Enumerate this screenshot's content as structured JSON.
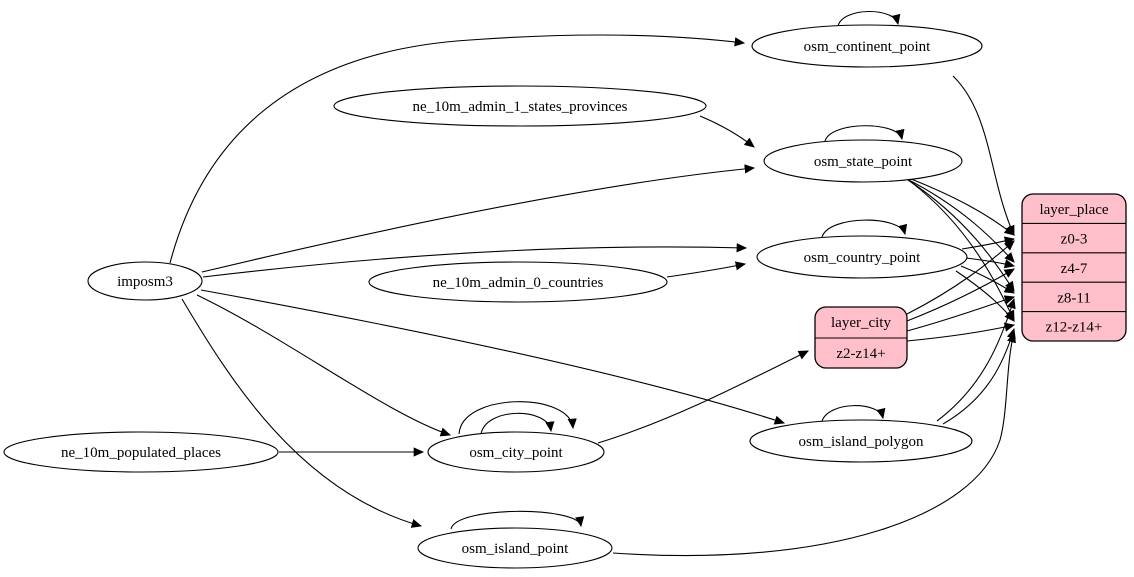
{
  "diagram": {
    "type": "etl-graph",
    "colors": {
      "background": "#ffffff",
      "table_fill": "#ffffff",
      "layer_fill": "#ffc0cb",
      "stroke": "#000000"
    },
    "nodes": {
      "imposm3": {
        "label": "imposm3",
        "shape": "ellipse"
      },
      "ne_10m_admin_1_states_provinces": {
        "label": "ne_10m_admin_1_states_provinces",
        "shape": "ellipse"
      },
      "ne_10m_admin_0_countries": {
        "label": "ne_10m_admin_0_countries",
        "shape": "ellipse"
      },
      "ne_10m_populated_places": {
        "label": "ne_10m_populated_places",
        "shape": "ellipse"
      },
      "osm_continent_point": {
        "label": "osm_continent_point",
        "shape": "ellipse"
      },
      "osm_state_point": {
        "label": "osm_state_point",
        "shape": "ellipse"
      },
      "osm_country_point": {
        "label": "osm_country_point",
        "shape": "ellipse"
      },
      "osm_city_point": {
        "label": "osm_city_point",
        "shape": "ellipse"
      },
      "osm_island_polygon": {
        "label": "osm_island_polygon",
        "shape": "ellipse"
      },
      "osm_island_point": {
        "label": "osm_island_point",
        "shape": "ellipse"
      },
      "layer_city": {
        "title": "layer_city",
        "rows": [
          "z2-z14+"
        ],
        "shape": "record"
      },
      "layer_place": {
        "title": "layer_place",
        "rows": [
          "z0-3",
          "z4-7",
          "z8-11",
          "z12-z14+"
        ],
        "shape": "record"
      }
    },
    "edges": [
      "imposm3 -> osm_continent_point",
      "imposm3 -> osm_state_point",
      "imposm3 -> osm_country_point",
      "imposm3 -> osm_city_point",
      "imposm3 -> osm_island_polygon",
      "imposm3 -> osm_island_point",
      "ne_10m_admin_1_states_provinces -> osm_state_point",
      "ne_10m_admin_0_countries -> osm_country_point",
      "ne_10m_populated_places -> osm_city_point",
      "osm_continent_point -> osm_continent_point",
      "osm_state_point -> osm_state_point",
      "osm_country_point -> osm_country_point",
      "osm_city_point -> osm_city_point",
      "osm_city_point -> osm_city_point (2)",
      "osm_island_polygon -> osm_island_polygon",
      "osm_island_point -> osm_island_point",
      "osm_continent_point -> layer_place:z0-3",
      "osm_state_point -> layer_place:z0-3",
      "osm_state_point -> layer_place:z4-7",
      "osm_state_point -> layer_place:z8-11",
      "osm_state_point -> layer_place:z12-z14+",
      "osm_country_point -> layer_place:z0-3",
      "osm_country_point -> layer_place:z4-7",
      "osm_country_point -> layer_place:z8-11",
      "osm_country_point -> layer_place:z12-z14+",
      "osm_city_point -> layer_city:z2-z14+",
      "layer_city -> layer_place:z0-3",
      "layer_city -> layer_place:z4-7",
      "layer_city -> layer_place:z8-11",
      "layer_city -> layer_place:z12-z14+",
      "osm_island_polygon -> layer_place:z8-11",
      "osm_island_polygon -> layer_place:z12-z14+",
      "osm_island_point -> layer_place:z12-z14+"
    ]
  }
}
